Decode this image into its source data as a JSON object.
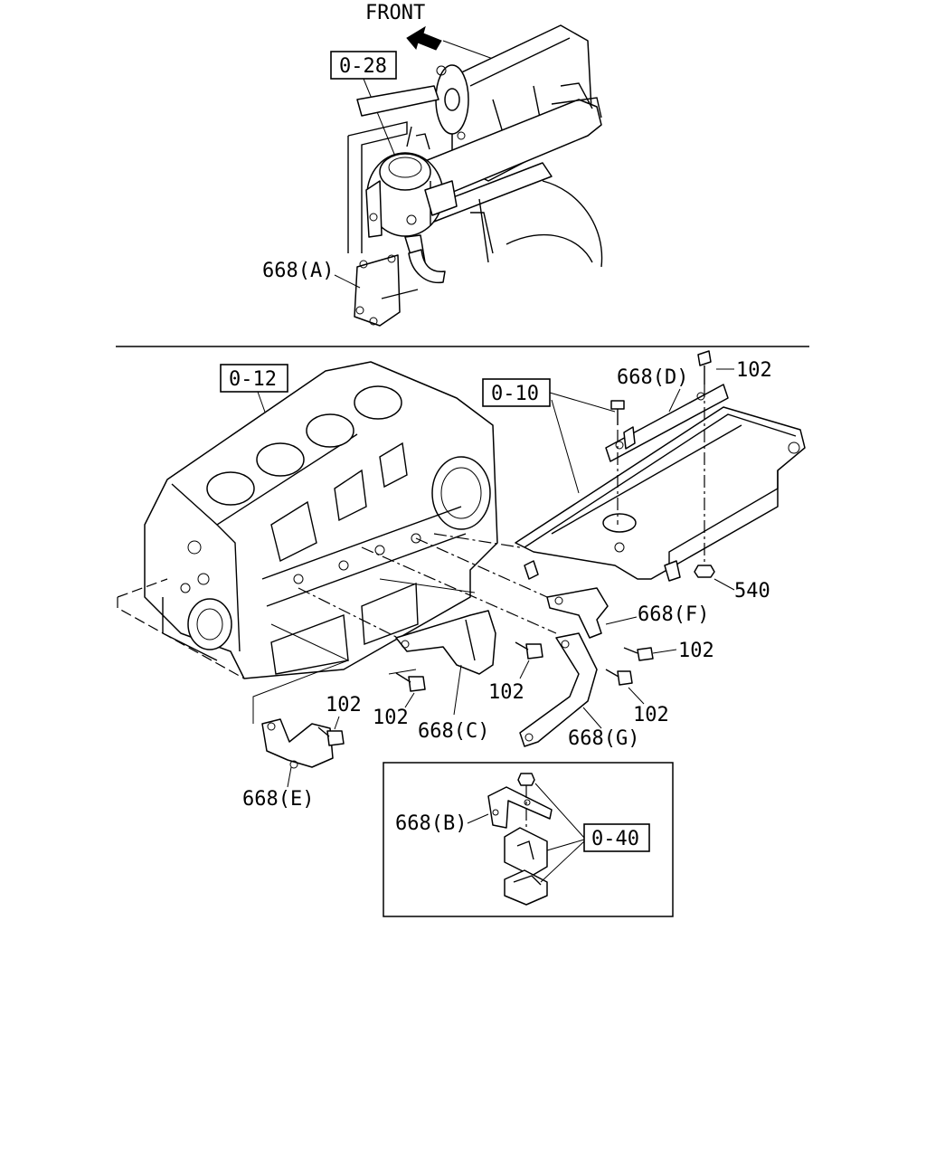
{
  "header": {
    "front_label": "FRONT"
  },
  "refs": {
    "r028": "0-28",
    "r012": "0-12",
    "r010": "0-10",
    "r040": "0-40"
  },
  "parts": {
    "p668a": "668(A)",
    "p668b": "668(B)",
    "p668c": "668(C)",
    "p668d": "668(D)",
    "p668e": "668(E)",
    "p668f": "668(F)",
    "p668g": "668(G)",
    "p540": "540",
    "bolt102_d": "102",
    "bolt102_f": "102",
    "bolt102_g": "102",
    "bolt102_c1": "102",
    "bolt102_c2": "102",
    "bolt102_e": "102"
  }
}
